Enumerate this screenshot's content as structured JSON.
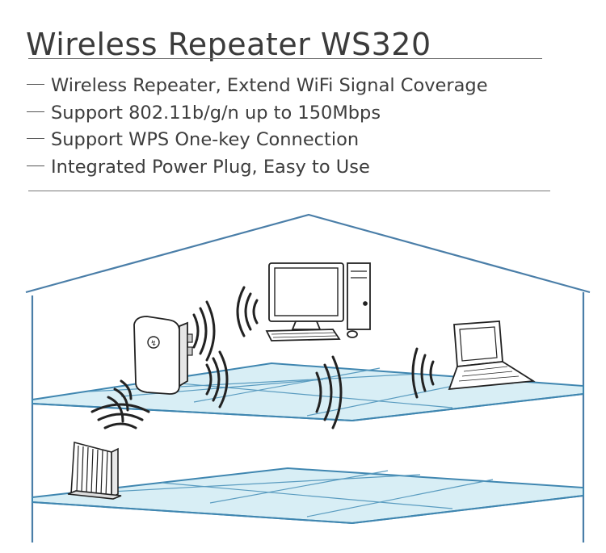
{
  "header": {
    "title": "Wireless Repeater WS320"
  },
  "features": [
    "Wireless Repeater, Extend WiFi Signal Coverage",
    "Support 802.11b/g/n up to 150Mbps",
    "Support WPS One-key Connection",
    "Integrated Power Plug, Easy to Use"
  ],
  "colors": {
    "house_outline": "#4a7ea8",
    "floor_fill": "#d8eef5",
    "floor_line": "#3f86b0",
    "device_outline": "#222222",
    "text": "#3a3a3a"
  },
  "icons": [
    "repeater-icon",
    "router-icon",
    "desktop-computer-icon",
    "laptop-icon",
    "wifi-waves-icon"
  ]
}
